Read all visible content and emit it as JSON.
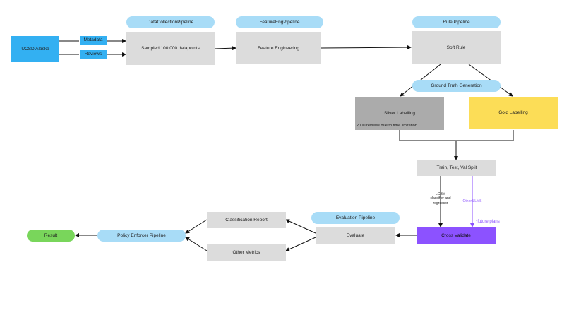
{
  "nodes": {
    "ucsd_alaska": "UCSD Alaska",
    "metadata": "Metadata",
    "reviews": "Reviews",
    "data_collection_pipeline": "DataCollectionPipeline",
    "sampled": "Sampled 100.000 datapoints",
    "feature_eng_pipeline": "FeatureEngPipeline",
    "feature_engineering": "Feature Engineering",
    "rule_pipeline": "Rule Pipeline",
    "soft_rule": "Soft Rule",
    "ground_truth_generation": "Ground Truth Generation",
    "silver_labelling": "Silver Labelling",
    "silver_note": "2000 reviews due to time limitation",
    "gold_labelling": "Gold Labelling",
    "split": "Train, Test, Val Split",
    "lgbm": "LGBM classifier and regressor",
    "other_llms": "Other LLMS",
    "future_plans": "*future plans",
    "evaluation_pipeline": "Evaluation Pipeline",
    "cross_validate": "Cross Validate",
    "evaluate": "Evaluate",
    "classification_report": "Classification Report",
    "other_metrics": "Other Metrics",
    "policy_enforcer_pipeline": "Policy Enforcer Pipeline",
    "result": "Result"
  },
  "colors": {
    "source": "#33b0f2",
    "process": "#dcdcdc",
    "pipeline_label": "#a8dcf7",
    "silver": "#ababab",
    "gold": "#fcdd57",
    "cross_validate": "#8c52ff",
    "result": "#79d65b",
    "future": "#8c52ff"
  }
}
